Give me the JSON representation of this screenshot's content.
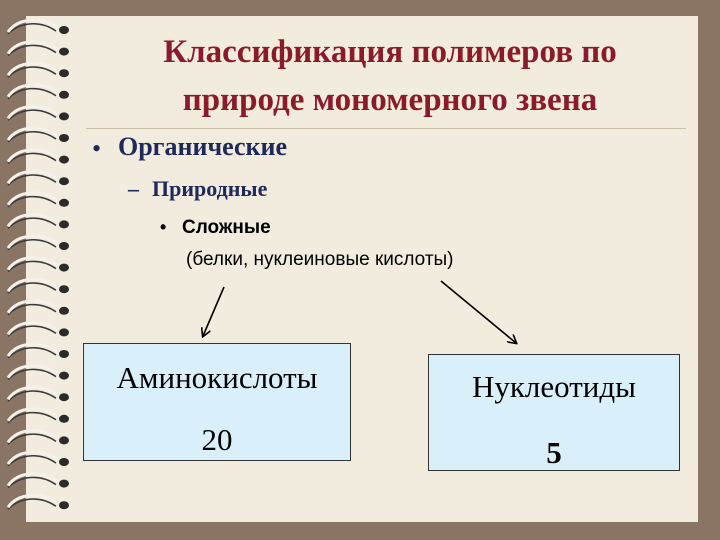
{
  "slide": {
    "title_line1": "Классификация полимеров по",
    "title_line2": "природе мономерного звена",
    "bullet1_mark": "•",
    "bullet1": "Органические",
    "bullet2_mark": "–",
    "bullet2": "Природные",
    "bullet3_mark": "•",
    "bullet3": "Сложные",
    "bullet3_sub": "(белки, нуклеиновые кислоты)",
    "box_left": {
      "label": "Аминокислоты",
      "value": "20"
    },
    "box_right": {
      "label": "Нуклеотиды",
      "value": "5"
    }
  },
  "colors": {
    "title": "#8b1a2b",
    "bullets": "#1f2a5a",
    "paper": "#f1ecdd",
    "frame": "#8a7565",
    "box_fill": "#d9f0fb"
  },
  "icons": {
    "binding": "spiral-ring-icon",
    "arrow": "arrow-icon"
  }
}
